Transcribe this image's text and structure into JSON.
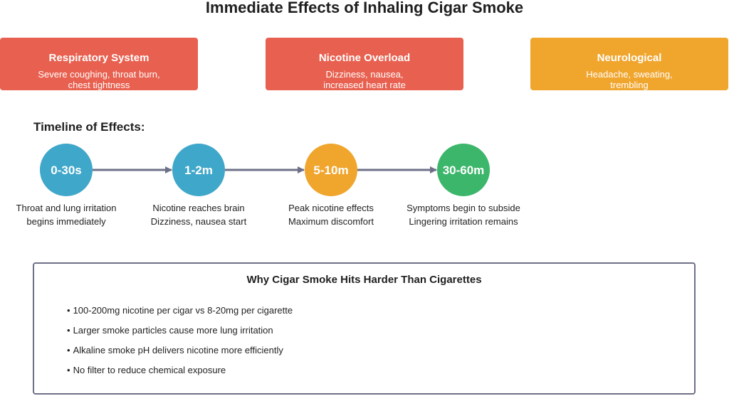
{
  "title": "Immediate Effects of Inhaling Cigar Smoke",
  "colors": {
    "red": "#e8604f",
    "orange": "#f0a52d",
    "blue": "#3fa7c9",
    "green": "#3cb66a",
    "arrow": "#6e7088"
  },
  "cards": [
    {
      "title": "Respiratory System",
      "desc_lines": [
        "Severe coughing, throat burn,",
        "chest tightness"
      ],
      "color": "#e8604f"
    },
    {
      "title": "Nicotine Overload",
      "desc_lines": [
        "Dizziness, nausea,",
        "increased heart rate"
      ],
      "color": "#e8604f"
    },
    {
      "title": "Neurological",
      "desc_lines": [
        "Headache, sweating,",
        "trembling"
      ],
      "color": "#f0a52d"
    }
  ],
  "timeline": {
    "heading": "Timeline of Effects:",
    "steps": [
      {
        "label": "0-30s",
        "color": "#3fa7c9",
        "caption": [
          "Throat and lung irritation",
          "begins immediately"
        ]
      },
      {
        "label": "1-2m",
        "color": "#3fa7c9",
        "caption": [
          "Nicotine reaches brain",
          "Dizziness, nausea start"
        ]
      },
      {
        "label": "5-10m",
        "color": "#f0a52d",
        "caption": [
          "Peak nicotine effects",
          "Maximum discomfort"
        ]
      },
      {
        "label": "30-60m",
        "color": "#3cb66a",
        "caption": [
          "Symptoms begin to subside",
          "Lingering irritation remains"
        ]
      }
    ]
  },
  "why": {
    "title": "Why Cigar Smoke Hits Harder Than Cigarettes",
    "bullet": "•",
    "items": [
      "100-200mg nicotine per cigar vs 8-20mg per cigarette",
      "Larger smoke particles cause more lung irritation",
      "Alkaline smoke pH delivers nicotine more efficiently",
      "No filter to reduce chemical exposure"
    ]
  }
}
